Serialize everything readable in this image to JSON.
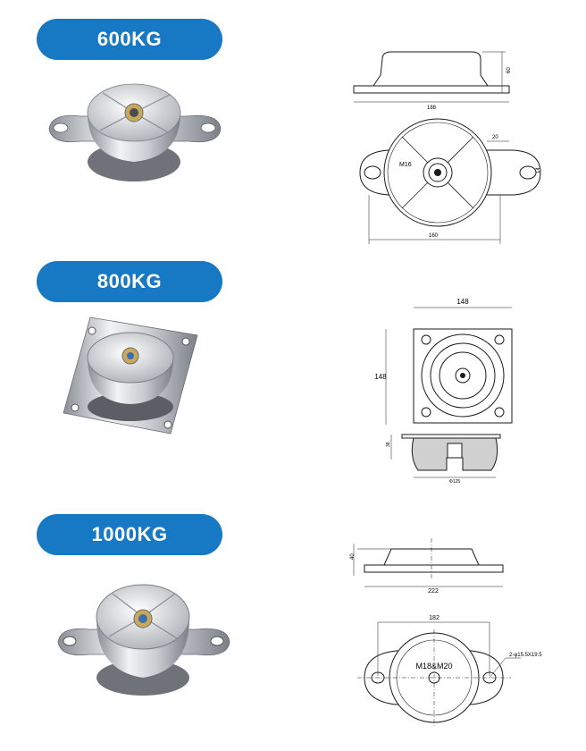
{
  "colors": {
    "badge": "#1779c4",
    "badge_text": "#ffffff",
    "line": "#1a1a1a"
  },
  "sections": [
    {
      "badge": "600KG",
      "dims": {
        "height": "60",
        "width": "188",
        "tab": "20",
        "bolt": "M16",
        "slot": "14",
        "span": "160"
      }
    },
    {
      "badge": "800KG",
      "dims": {
        "width": "148",
        "height": "148",
        "side": "38",
        "diameter": "Φ125"
      }
    },
    {
      "badge": "1000KG",
      "dims": {
        "height": "40",
        "width": "222",
        "pitch": "182",
        "bolt": "M18&M20",
        "holes": "2-φ15.5X19.5"
      }
    }
  ]
}
